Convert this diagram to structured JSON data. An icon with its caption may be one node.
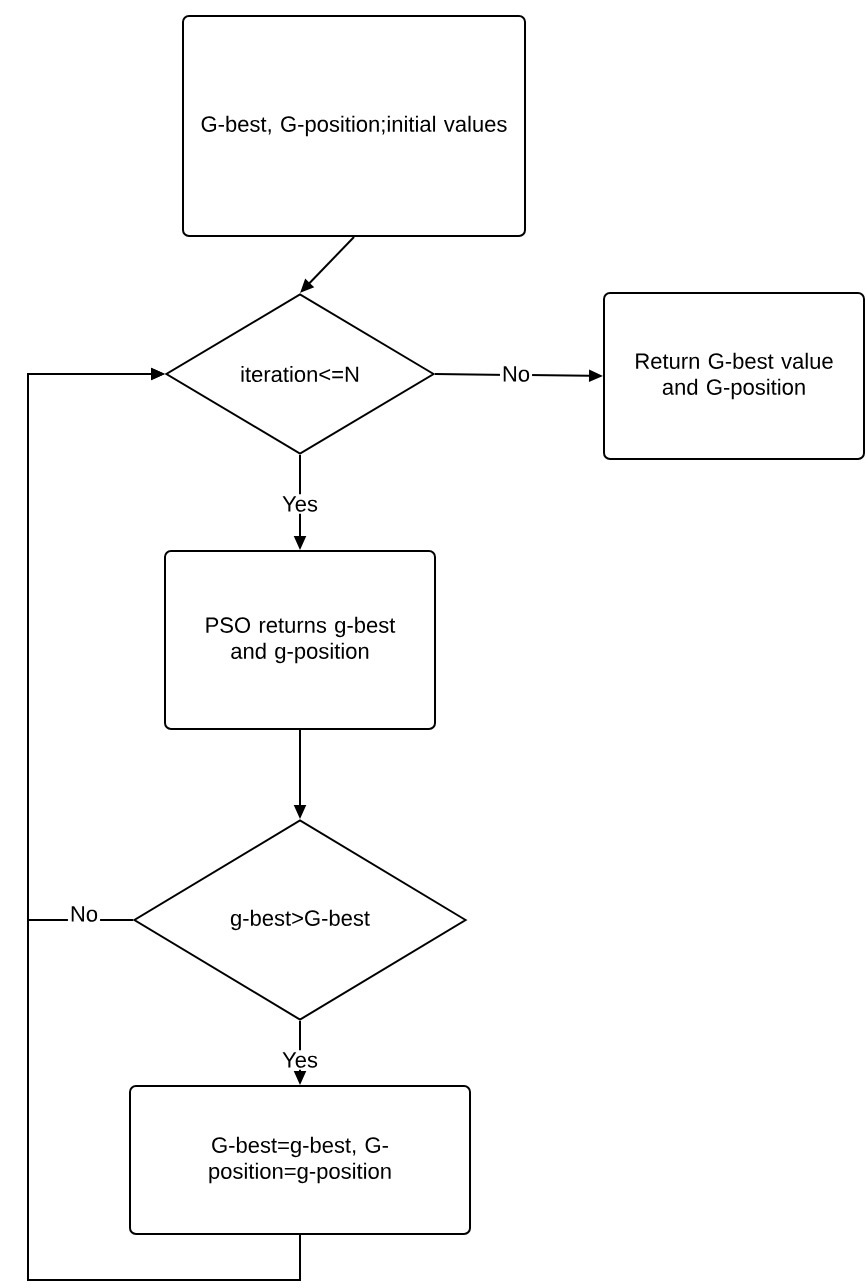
{
  "diagram": {
    "nodes": [
      {
        "text": [
          "G-best, G-position;initial values"
        ]
      },
      {
        "text": [
          "iteration<=N"
        ]
      },
      {
        "text": [
          "Return G-best value and G-position"
        ]
      },
      {
        "text": [
          "PSO returns g-best and g-position"
        ]
      },
      {
        "text": [
          "g-best>G-best"
        ]
      },
      {
        "text": [
          "G-best=g-best, G-position=g-position"
        ]
      }
    ],
    "edges": [
      {
        "from": 0,
        "to": 1,
        "arrow": "to"
      },
      {
        "from": 1,
        "to": 2,
        "arrow": "to",
        "label": "No"
      },
      {
        "from": 1,
        "to": 3,
        "arrow": "to",
        "label": "Yes"
      },
      {
        "from": 3,
        "to": 4,
        "arrow": "to"
      },
      {
        "from": 4,
        "to": 1,
        "arrow": "to",
        "label": "No"
      },
      {
        "from": 4,
        "to": 5,
        "arrow": "to",
        "label": "Yes"
      },
      {
        "from": 5,
        "to": 1,
        "arrow": "to"
      }
    ]
  }
}
